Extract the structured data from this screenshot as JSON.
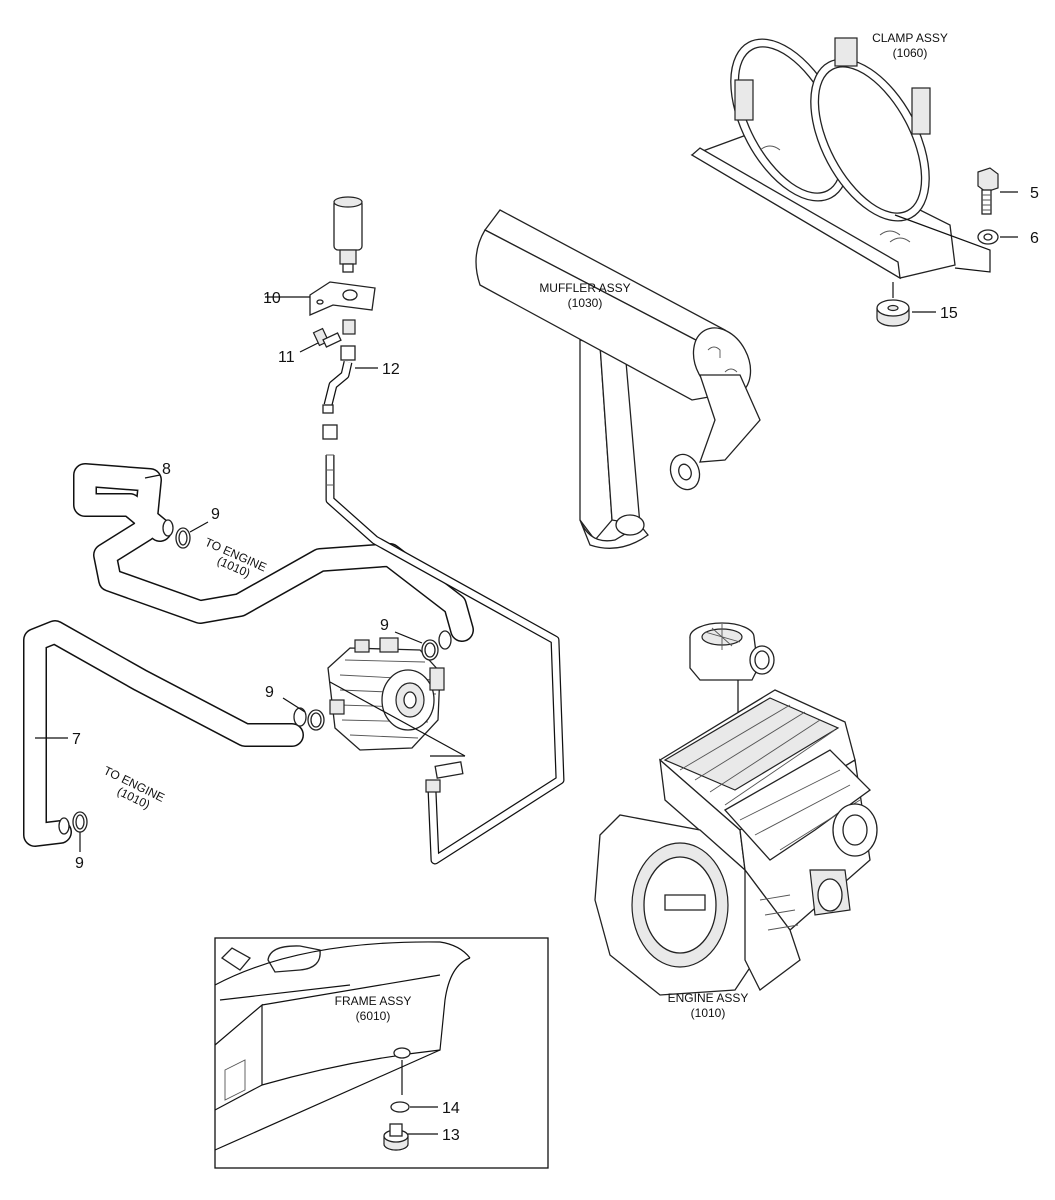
{
  "assemblies": {
    "clamp": {
      "name": "CLAMP ASSY",
      "code": "(1060)"
    },
    "muffler": {
      "name": "MUFFLER ASSY",
      "code": "(1030)"
    },
    "engine": {
      "name": "ENGINE ASSY",
      "code": "(1010)"
    },
    "frame": {
      "name": "FRAME ASSY",
      "code": "(6010)"
    }
  },
  "notes": {
    "to_engine_upper": {
      "text": "TO ENGINE",
      "code": "(1010)"
    },
    "to_engine_lower": {
      "text": "TO ENGINE",
      "code": "(1010)"
    }
  },
  "callouts": {
    "p5": "5",
    "p6": "6",
    "p15": "15",
    "p10": "10",
    "p11": "11",
    "p12": "12",
    "p8": "8",
    "p9a": "9",
    "p9b": "9",
    "p9c": "9",
    "p9d": "9",
    "p7": "7",
    "p14": "14",
    "p13": "13"
  }
}
